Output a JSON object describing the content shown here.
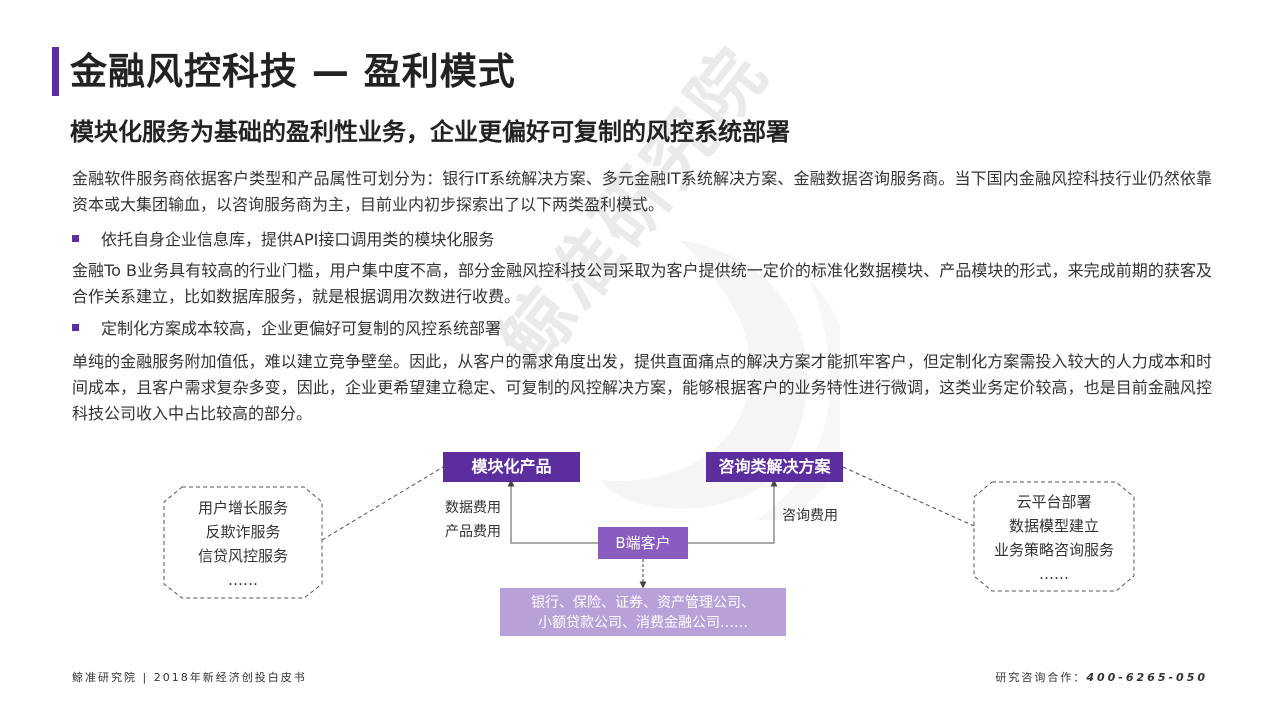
{
  "header": {
    "title": "金融风控科技 — 盈利模式",
    "subtitle": "模块化服务为基础的盈利性业务，企业更偏好可复制的风控系统部署"
  },
  "content": {
    "intro": "金融软件服务商依据客户类型和产品属性可划分为：银行IT系统解决方案、多元金融IT系统解决方案、金融数据咨询服务商。当下国内金融风控科技行业仍然依靠资本或大集团输血，以咨询服务商为主，目前业内初步探索出了以下两类盈利模式。",
    "bullet1": "依托自身企业信息库，提供API接口调用类的模块化服务",
    "para1": "金融To  B业务具有较高的行业门槛，用户集中度不高，部分金融风控科技公司采取为客户提供统一定价的标准化数据模块、产品模块的形式，来完成前期的获客及合作关系建立，比如数据库服务，就是根据调用次数进行收费。",
    "bullet2": "定制化方案成本较高，企业更偏好可复制的风控系统部署",
    "para2": "单纯的金融服务附加值低，难以建立竞争壁垒。因此，从客户的需求角度出发，提供直面痛点的解决方案才能抓牢客户，但定制化方案需投入较大的人力成本和时间成本，且客户需求复杂多变，因此，企业更希望建立稳定、可复制的风控解决方案，能够根据客户的业务特性进行微调，这类业务定价较高，也是目前金融风控科技公司收入中占比较高的部分。"
  },
  "diagram": {
    "module_product": "模块化产品",
    "consulting_solution": "咨询类解决方案",
    "b_client": "B端客户",
    "data_fee": "数据费用",
    "product_fee": "产品费用",
    "consulting_fee": "咨询费用",
    "left_items": [
      "用户增长服务",
      "反欺诈服务",
      "信贷风控服务",
      "……"
    ],
    "right_items": [
      "云平台部署",
      "数据模型建立",
      "业务策略咨询服务",
      "……"
    ],
    "clients_line1": "银行、保险、证券、资产管理公司、",
    "clients_line2": "小额贷款公司、消费金融公司……"
  },
  "watermark": "鲸准研究院",
  "footer": {
    "left": "鲸准研究院 | 2018年新经济创投白皮书",
    "contact_label": "研究咨询合作：",
    "phone": "400-6265-050"
  },
  "colors": {
    "accent": "#5b2d9e",
    "b_client": "#8a5cc0",
    "client_box": "#b8a0d8"
  }
}
